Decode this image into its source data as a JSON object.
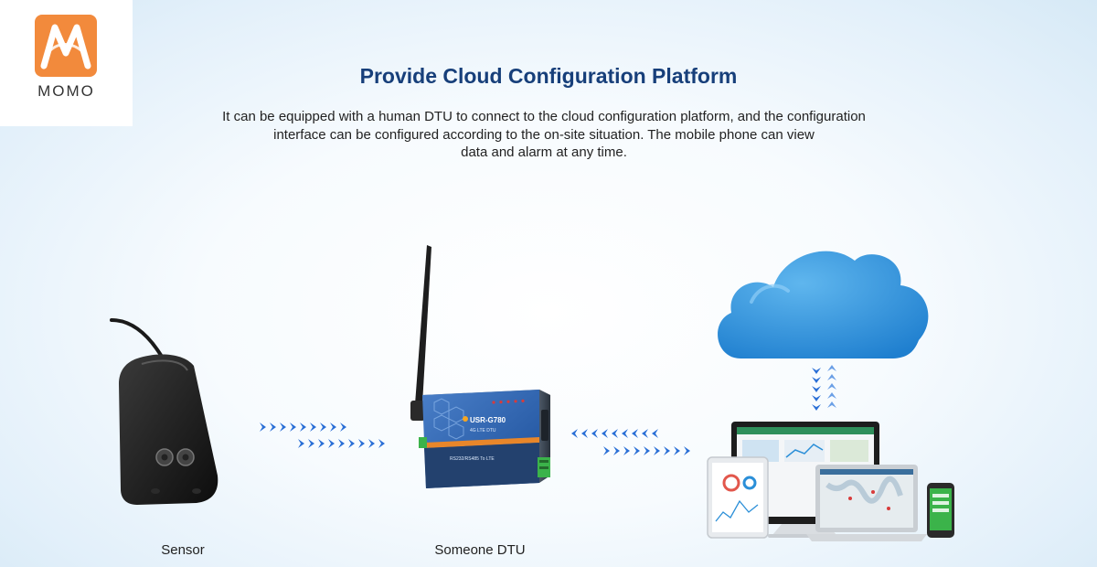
{
  "logo": {
    "brand_text": "MOMO",
    "tile_color": "#f28a3c"
  },
  "header": {
    "title": "Provide Cloud Configuration Platform",
    "description_lines": [
      "It can be equipped with a human DTU to connect to the cloud configuration platform, and the configuration",
      "interface can be configured according to the on-site situation. The mobile phone can view",
      "data and alarm at any time."
    ]
  },
  "diagram": {
    "sensor_label": "Sensor",
    "dtu_label": "Someone DTU",
    "dtu_device": {
      "model": "USR-G780",
      "subtitle": "4G LTE DTU",
      "port_text": "RS232/RS485 To LTE"
    },
    "colors": {
      "arrow": "#2a6fd6",
      "cloud": "#2b8fd8",
      "title": "#173f7a"
    }
  }
}
